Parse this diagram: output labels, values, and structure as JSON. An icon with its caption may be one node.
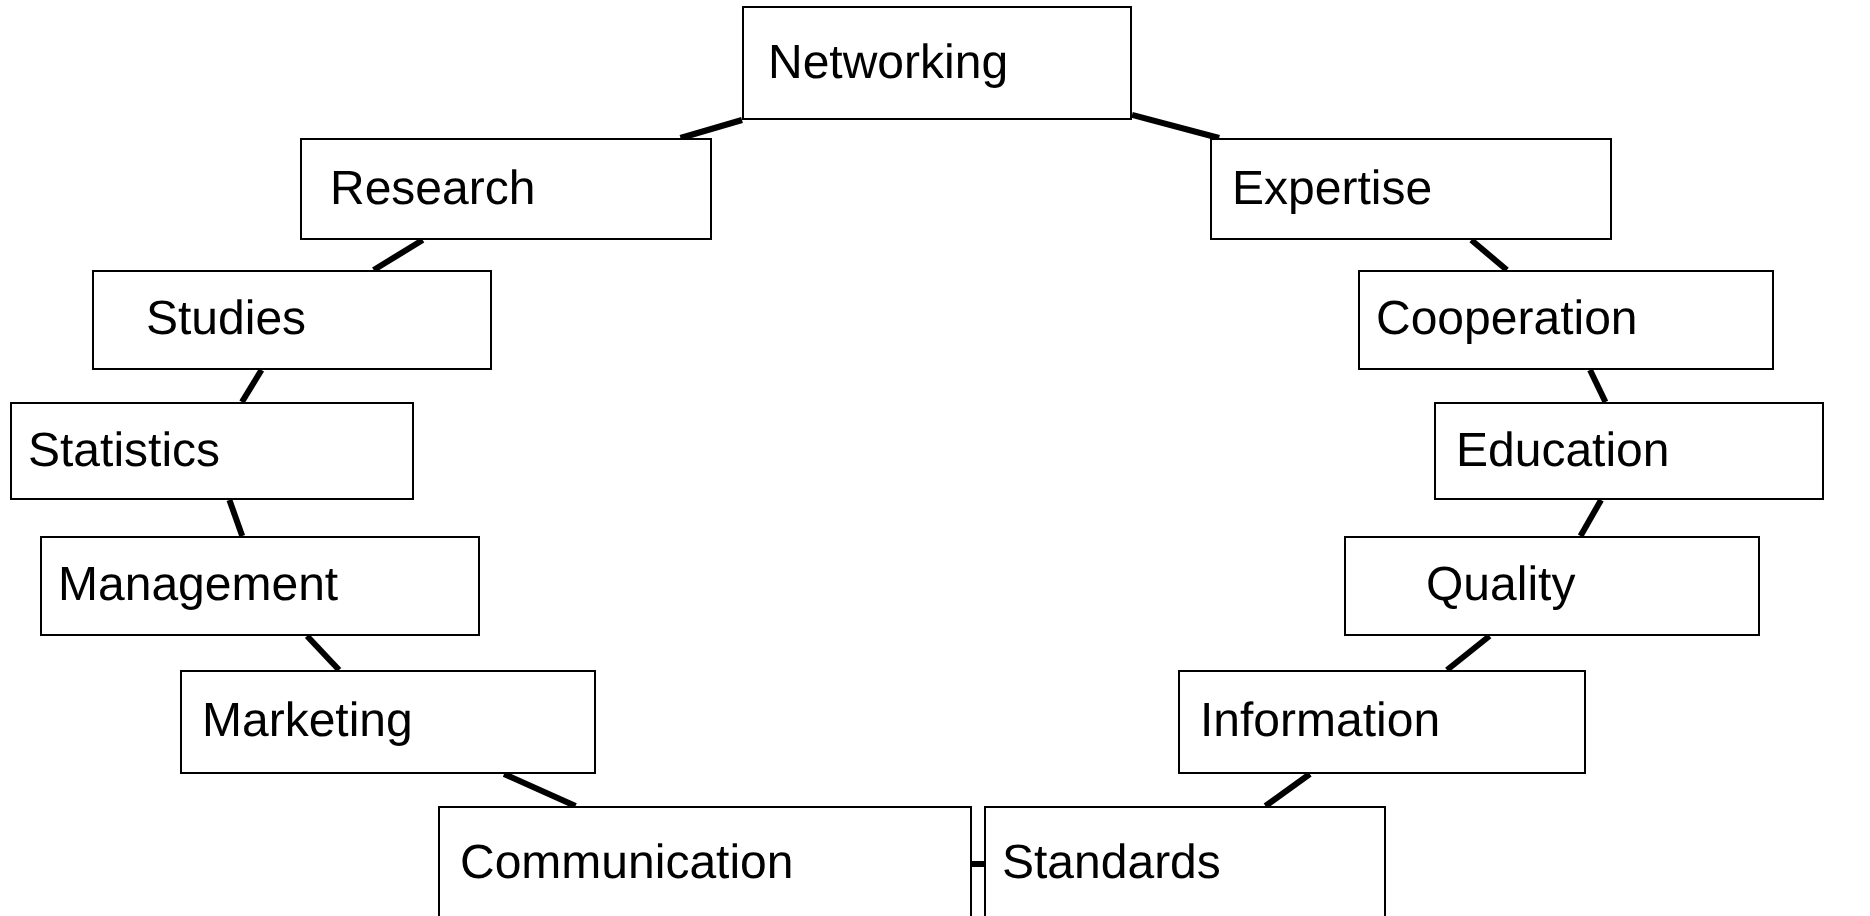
{
  "diagram": {
    "nodes": [
      {
        "text": [
          "Networking"
        ]
      },
      {
        "text": [
          "Research"
        ]
      },
      {
        "text": [
          "Studies"
        ]
      },
      {
        "text": [
          "Statistics"
        ]
      },
      {
        "text": [
          "Management"
        ]
      },
      {
        "text": [
          "Marketing"
        ]
      },
      {
        "text": [
          "Communication"
        ]
      },
      {
        "text": [
          "Standards"
        ]
      },
      {
        "text": [
          "Information"
        ]
      },
      {
        "text": [
          "Quality"
        ]
      },
      {
        "text": [
          "Education"
        ]
      },
      {
        "text": [
          "Cooperation"
        ]
      },
      {
        "text": [
          "Expertise"
        ]
      }
    ],
    "edges": [
      {
        "from": 0,
        "to": 1,
        "arrow": "none"
      },
      {
        "from": 1,
        "to": 2,
        "arrow": "none"
      },
      {
        "from": 2,
        "to": 3,
        "arrow": "none"
      },
      {
        "from": 3,
        "to": 4,
        "arrow": "none"
      },
      {
        "from": 4,
        "to": 5,
        "arrow": "none"
      },
      {
        "from": 5,
        "to": 6,
        "arrow": "none"
      },
      {
        "from": 6,
        "to": 7,
        "arrow": "none"
      },
      {
        "from": 7,
        "to": 8,
        "arrow": "none"
      },
      {
        "from": 8,
        "to": 9,
        "arrow": "none"
      },
      {
        "from": 9,
        "to": 10,
        "arrow": "none"
      },
      {
        "from": 10,
        "to": 11,
        "arrow": "none"
      },
      {
        "from": 11,
        "to": 12,
        "arrow": "none"
      },
      {
        "from": 12,
        "to": 0,
        "arrow": "none"
      }
    ]
  }
}
